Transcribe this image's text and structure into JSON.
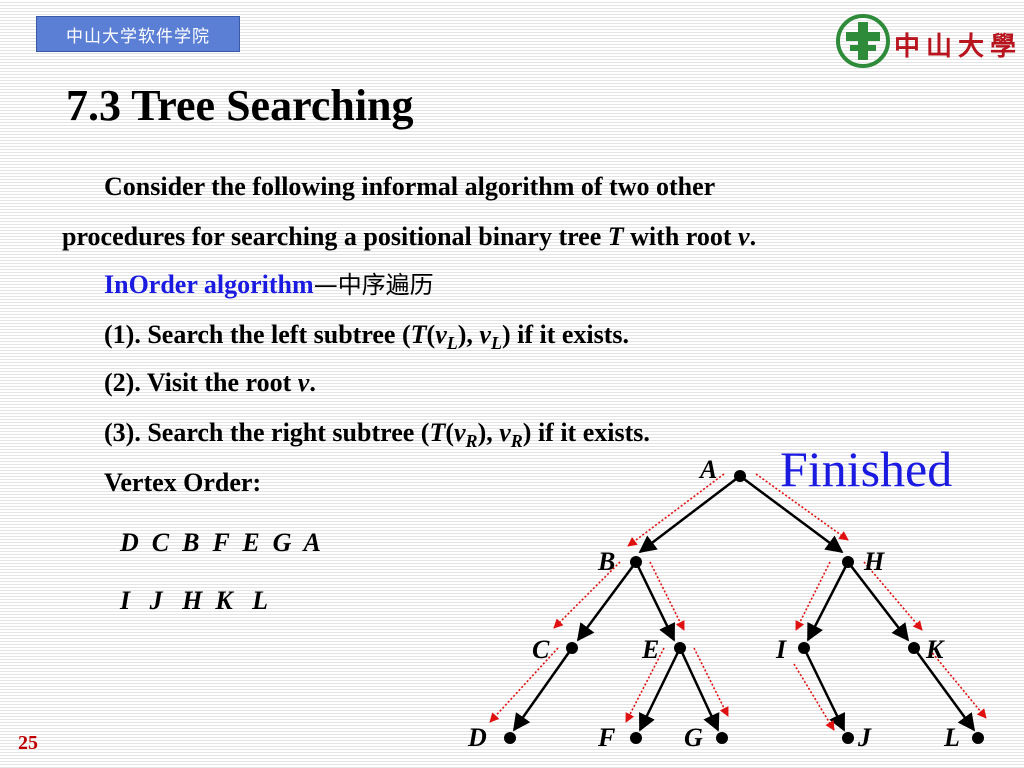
{
  "header": {
    "badge_text": "中山大学软件学院",
    "logo_text": "中山大學"
  },
  "slide": {
    "title": "7.3 Tree Searching",
    "intro_line1": "Consider the following informal algorithm of two other",
    "intro_line2_pre": "procedures for searching a positional binary tree ",
    "intro_line2_T": "T",
    "intro_line2_mid": " with root ",
    "intro_line2_v": "v",
    "intro_line2_end": ".",
    "algorithm_name": "InOrder algorithm",
    "algorithm_cn": "—中序遍历",
    "step1_pre": "(1). Search the left subtree (",
    "step1_T": "T",
    "step1_paren": "(",
    "step1_v": "v",
    "step1_sub": "L",
    "step1_mid": "), ",
    "step1_v2": "v",
    "step1_sub2": "L",
    "step1_post": ") if it exists.",
    "step2_pre": "(2). Visit the root ",
    "step2_v": "v",
    "step2_post": ".",
    "step3_pre": "(3). Search the right subtree (",
    "step3_T": "T",
    "step3_paren": "(",
    "step3_v": "v",
    "step3_sub": "R",
    "step3_mid": "), ",
    "step3_v2": "v",
    "step3_sub2": "R",
    "step3_post": ") if it exists.",
    "vertex_order_label": "Vertex Order:",
    "order_line1": "D  C  B  F  E  G  A",
    "order_line2": "I   J   H  K   L",
    "finished": "Finished",
    "page_number": "25"
  },
  "tree": {
    "nodes": [
      "A",
      "B",
      "H",
      "C",
      "E",
      "I",
      "K",
      "D",
      "F",
      "G",
      "J",
      "L"
    ],
    "edges": [
      [
        "A",
        "B"
      ],
      [
        "A",
        "H"
      ],
      [
        "B",
        "C"
      ],
      [
        "B",
        "E"
      ],
      [
        "C",
        "D"
      ],
      [
        "E",
        "F"
      ],
      [
        "E",
        "G"
      ],
      [
        "H",
        "I"
      ],
      [
        "H",
        "K"
      ],
      [
        "I",
        "J"
      ],
      [
        "K",
        "L"
      ]
    ],
    "edge_color": "#000000",
    "traversal_arrow_color": "#e01010"
  }
}
